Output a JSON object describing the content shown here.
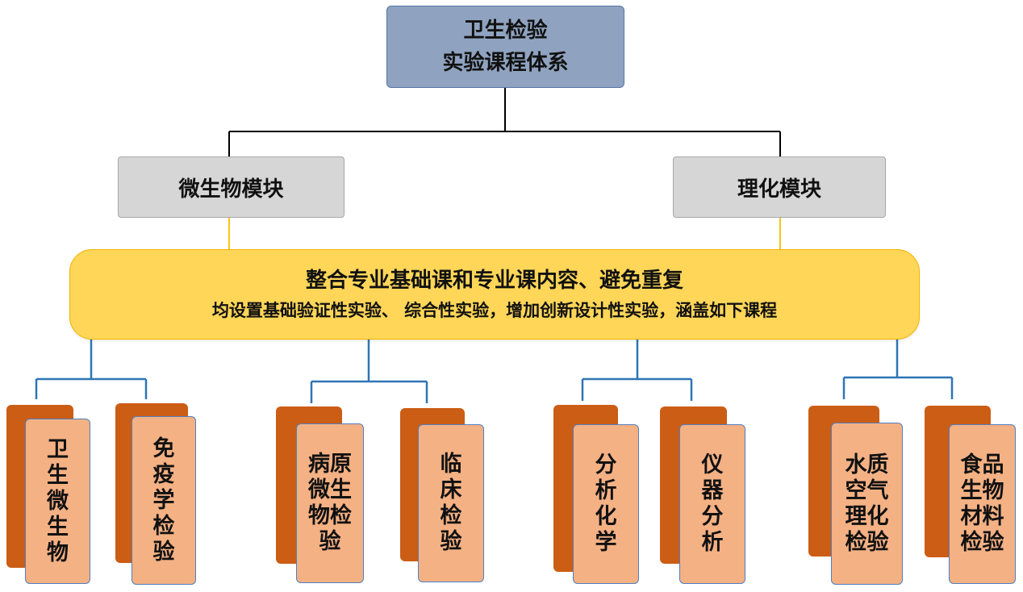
{
  "root": {
    "line1": "卫生检验",
    "line2": "实验课程体系"
  },
  "modules": {
    "left": "微生物模块",
    "right": "理化模块"
  },
  "banner": {
    "line1": "整合专业基础课和专业课内容、避免重复",
    "line2": "均设置基础验证性实验、 综合性实验，增加创新设计性实验，涵盖如下课程"
  },
  "courses": [
    "卫生微生物",
    "免疫学检验",
    "病原微生物检验",
    "临床检验",
    "分析化学",
    "仪器分析",
    "水质空气理化检验",
    "食品生物材料检验"
  ],
  "colors": {
    "root_fill": "#8fa3c0",
    "module_fill": "#d6d6d6",
    "banner_fill": "#ffd658",
    "card_back": "#cc5d15",
    "card_front": "#f4b184",
    "connector_dark": "#000000",
    "connector_yellow": "#f5c518",
    "connector_blue": "#2e75b6"
  }
}
